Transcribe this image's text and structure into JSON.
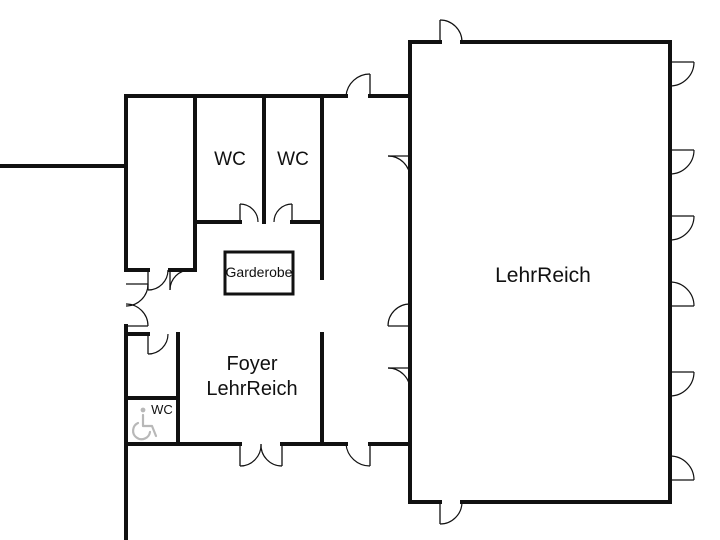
{
  "rooms": {
    "hall": "LehrReich",
    "foyer_line1": "Foyer",
    "foyer_line2": "LehrReich",
    "wc_left": "WC",
    "wc_right": "WC",
    "wc_accessible": "WC",
    "cloakroom": "Garderobe"
  },
  "icons": {
    "accessible": "wheelchair-icon"
  },
  "colors": {
    "walls": "#111111",
    "background": "#ffffff",
    "accessible_icon": "#b8b8b8"
  }
}
